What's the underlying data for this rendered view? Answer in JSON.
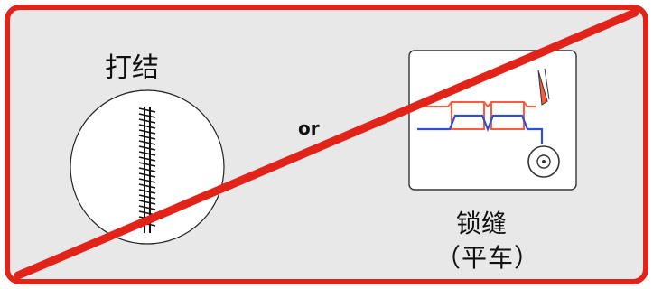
{
  "labels": {
    "bartack": "打结",
    "or": "or",
    "lockstitch": "锁缝",
    "lockstitch_sub": "（平车）"
  },
  "colors": {
    "prohibition_red": "#e2231a",
    "panel_bg": "#e8e8e8",
    "upper_thread": "#ff5a3c",
    "lower_thread": "#2f4fd8"
  },
  "icons": [
    "bartack-stitch-icon",
    "lockstitch-machine-icon",
    "prohibition-slash-icon"
  ]
}
